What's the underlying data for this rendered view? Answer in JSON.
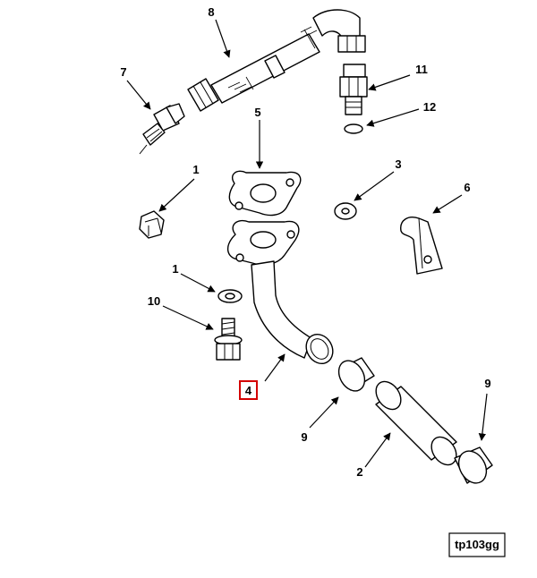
{
  "callouts": {
    "c8": "8",
    "c7": "7",
    "c11": "11",
    "c12": "12",
    "c5": "5",
    "c1a": "1",
    "c3": "3",
    "c6": "6",
    "c1b": "1",
    "c10": "10",
    "c4": "4",
    "c9a": "9",
    "c9b": "9",
    "c2": "2"
  },
  "reference_tag": "tp103gg",
  "highlight_color": "#d40000"
}
